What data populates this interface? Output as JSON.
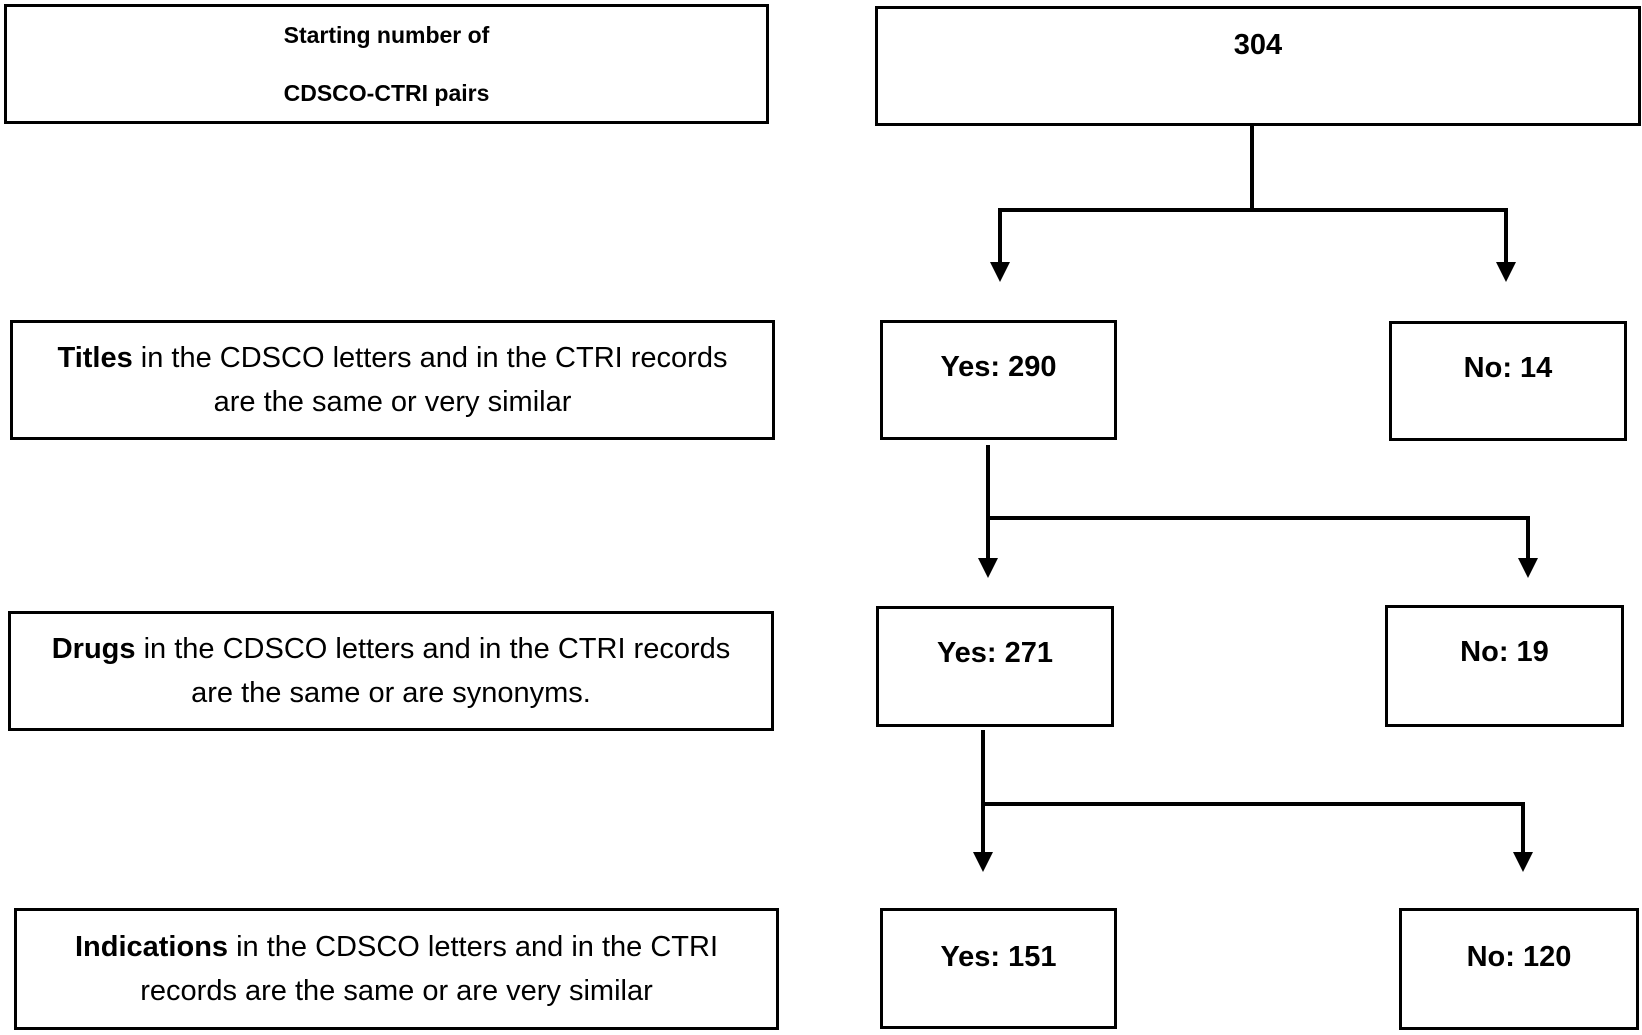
{
  "start": {
    "label_line1": "Starting number of",
    "label_line2": "CDSCO-CTRI pairs",
    "count": "304"
  },
  "rows": [
    {
      "label_bold": "Titles",
      "label_rest_line1": " in the CDSCO letters and in the CTRI records",
      "label_line2": "are the same or very similar",
      "yes": "Yes: 290",
      "no": "No: 14"
    },
    {
      "label_bold": "Drugs",
      "label_rest_line1": " in the CDSCO letters and in the CTRI records",
      "label_line2": "are the same or are synonyms.",
      "yes": "Yes: 271",
      "no": "No: 19"
    },
    {
      "label_bold": "Indications",
      "label_rest_line1": " in the CDSCO letters and in the CTRI",
      "label_line2": "records are the same or are very similar",
      "yes": "Yes: 151",
      "no": "No: 120"
    }
  ]
}
